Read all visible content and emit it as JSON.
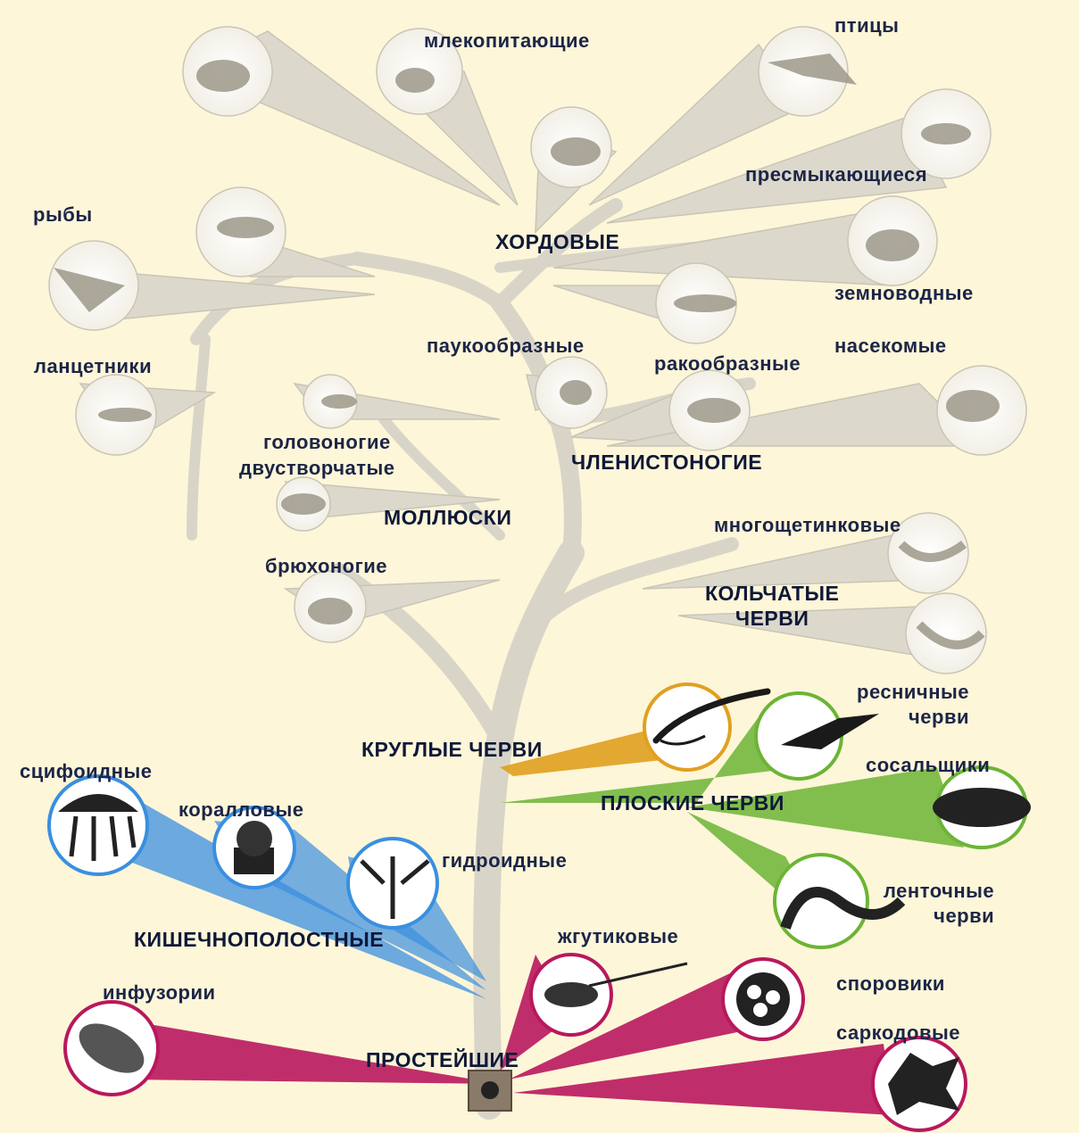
{
  "colors": {
    "background": "#fdf6d8",
    "branch_grey": "#d8d5c8",
    "roundworms": "#e0a020",
    "flatworms": "#6cb436",
    "cnidarians": "#3a8fe0",
    "protozoa": "#b8185e",
    "label_text": "#1c2547"
  },
  "groups": {
    "chordates": "ХОРДОВЫЕ",
    "arthropods": "ЧЛЕНИСТОНОГИЕ",
    "molluscs": "МОЛЛЮСКИ",
    "annelids_line1": "КОЛЬЧАТЫЕ",
    "annelids_line2": "ЧЕРВИ",
    "roundworms": "КРУГЛЫЕ ЧЕРВИ",
    "flatworms": "ПЛОСКИЕ ЧЕРВИ",
    "cnidarians": "КИШЕЧНОПОЛОСТНЫЕ",
    "protozoa": "ПРОСТЕЙШИЕ"
  },
  "classes": {
    "mammals": "млекопитающие",
    "birds": "птицы",
    "reptiles": "пресмыкающиеся",
    "fish": "рыбы",
    "amphibians": "земноводные",
    "lancelets": "ланцетники",
    "arachnids": "паукообразные",
    "insects": "насекомые",
    "crustaceans": "ракообразные",
    "cephalopods": "головоногие",
    "bivalves": "двустворчатые",
    "gastropods": "брюхоногие",
    "polychaetes": "многощетинковые",
    "turbellaria_line1": "ресничные",
    "turbellaria_line2": "черви",
    "flukes": "сосальщики",
    "tapeworms_line1": "ленточные",
    "tapeworms_line2": "черви",
    "scyphozoa": "сцифоидные",
    "corals": "коралловые",
    "hydrozoa": "гидроидные",
    "flagellates": "жгутиковые",
    "ciliates": "инфузории",
    "sporozoa": "споровики",
    "sarcodina": "саркодовые"
  }
}
